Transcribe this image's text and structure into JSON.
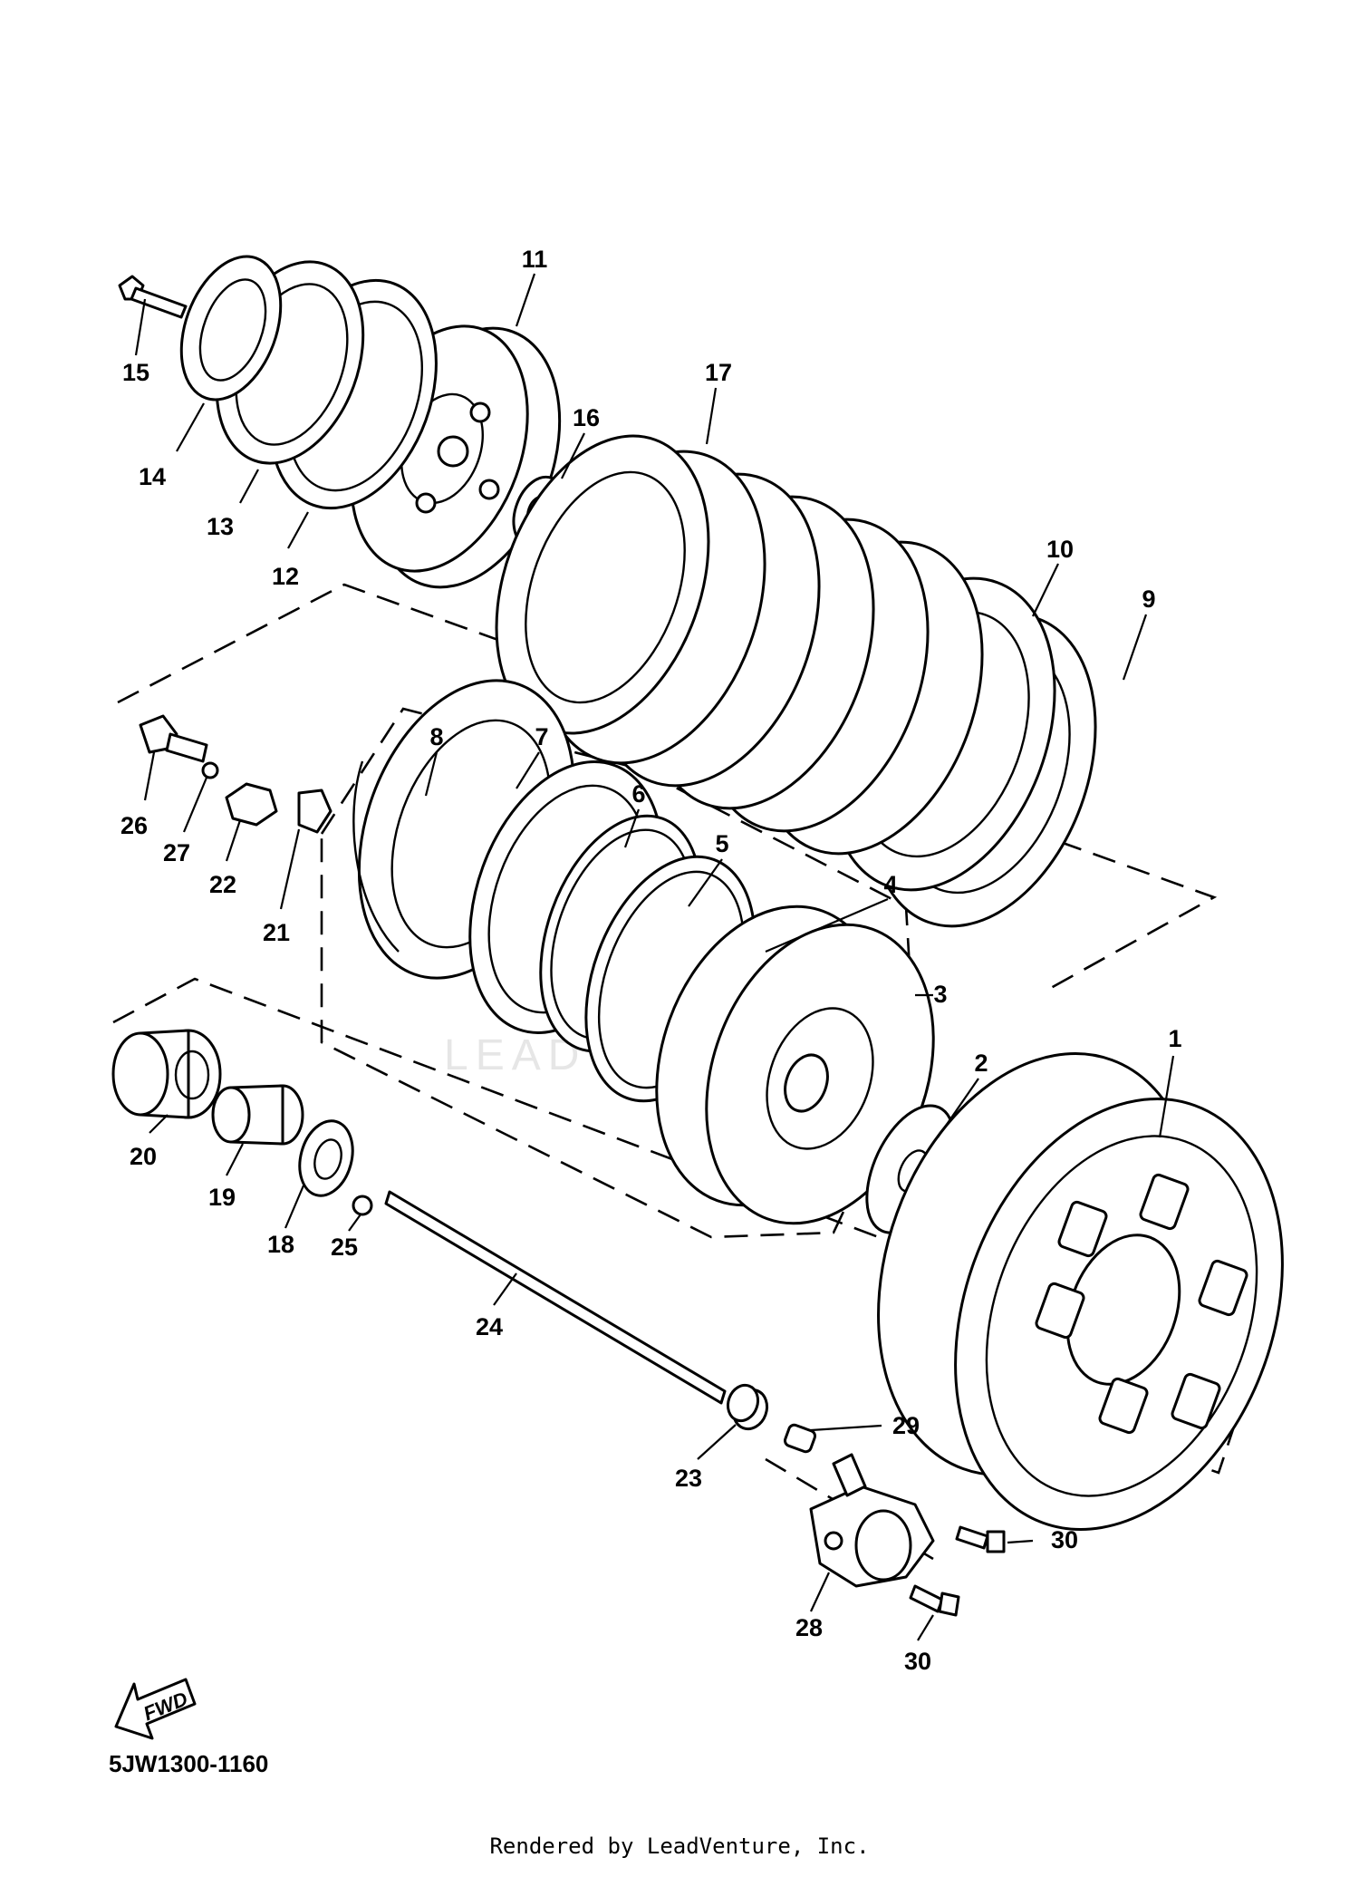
{
  "diagram": {
    "code": "5JW1300-1160",
    "credit": "Rendered by LeadVenture, Inc.",
    "watermark": "LEADVENTURE",
    "direction_arrow": "FWD",
    "callouts": [
      "1",
      "2",
      "3",
      "4",
      "5",
      "6",
      "7",
      "8",
      "9",
      "10",
      "11",
      "12",
      "13",
      "14",
      "15",
      "16",
      "17",
      "18",
      "19",
      "20",
      "21",
      "22",
      "23",
      "24",
      "25",
      "26",
      "27",
      "28",
      "29",
      "30",
      "30"
    ]
  }
}
